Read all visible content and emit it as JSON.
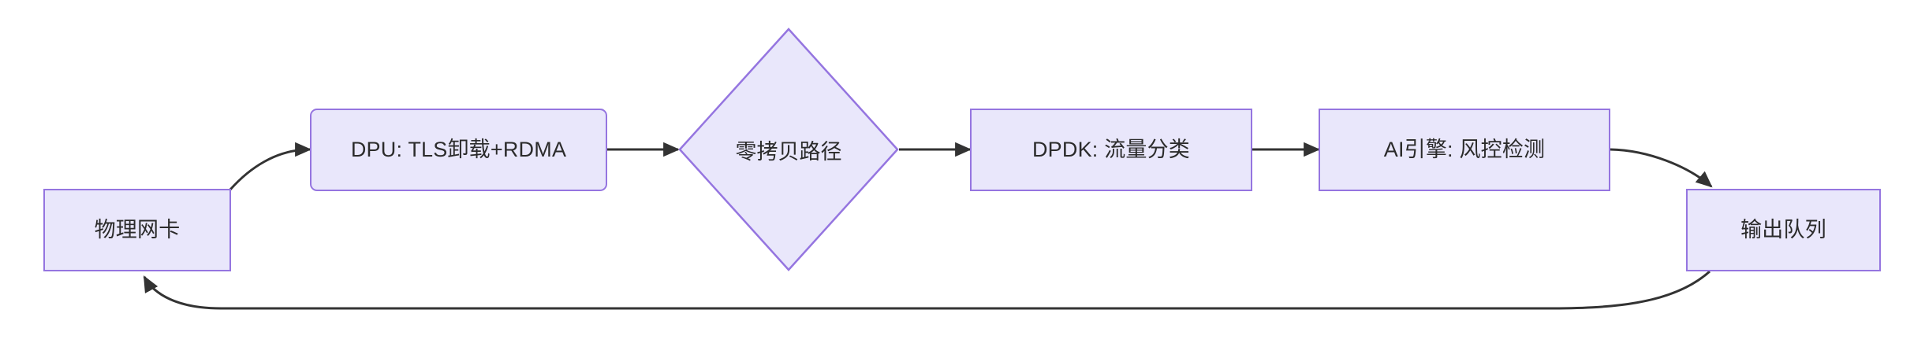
{
  "diagram": {
    "type": "flowchart",
    "orientation": "left-to-right",
    "theme": {
      "node_fill": "#e9e7fb",
      "node_border": "#9575e0",
      "node_text": "#2b2b2b",
      "edge_color": "#333333",
      "background": "#ffffff"
    },
    "nodes": [
      {
        "id": "nic",
        "label": "物理网卡",
        "shape": "rect"
      },
      {
        "id": "dpu",
        "label": "DPU: TLS卸载+RDMA",
        "shape": "rounded-rect"
      },
      {
        "id": "zerocopy",
        "label": "零拷贝路径",
        "shape": "diamond"
      },
      {
        "id": "dpdk",
        "label": "DPDK: 流量分类",
        "shape": "rect"
      },
      {
        "id": "ai",
        "label": "AI引擎: 风控检测",
        "shape": "rect"
      },
      {
        "id": "outq",
        "label": "输出队列",
        "shape": "rect"
      }
    ],
    "edges": [
      {
        "from": "nic",
        "to": "dpu",
        "label": "",
        "style": "curved-arrow"
      },
      {
        "from": "dpu",
        "to": "zerocopy",
        "label": "",
        "style": "straight-arrow"
      },
      {
        "from": "zerocopy",
        "to": "dpdk",
        "label": "",
        "style": "straight-arrow"
      },
      {
        "from": "dpdk",
        "to": "ai",
        "label": "",
        "style": "straight-arrow"
      },
      {
        "from": "ai",
        "to": "outq",
        "label": "",
        "style": "curved-arrow"
      },
      {
        "from": "outq",
        "to": "nic",
        "label": "",
        "style": "feedback-loop-arrow"
      }
    ]
  }
}
